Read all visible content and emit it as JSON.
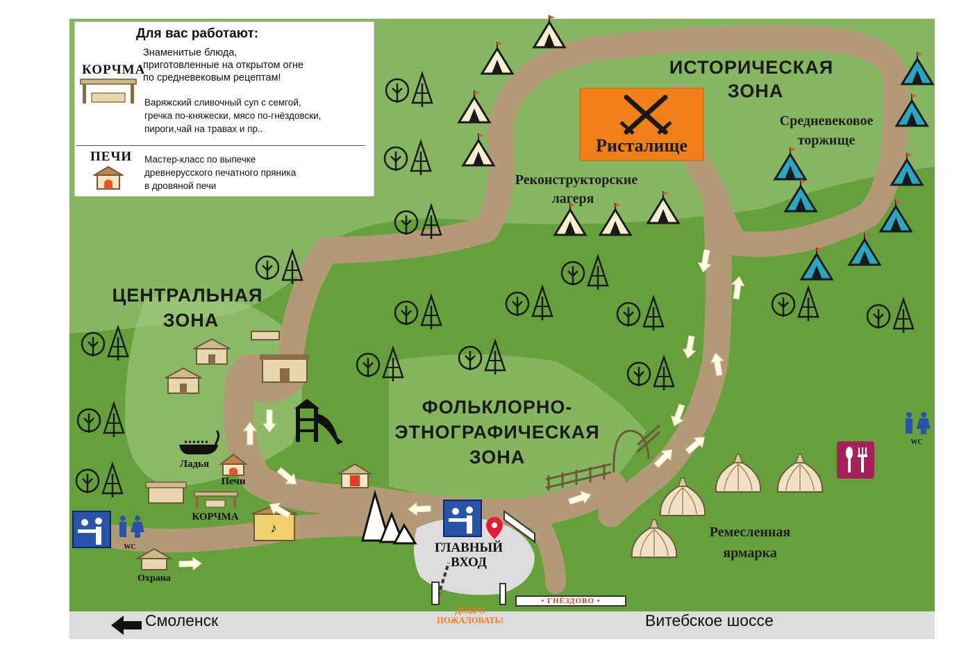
{
  "legend": {
    "title": "Для вас работают:",
    "korchma": {
      "heading": "КОРЧМА",
      "line1": "Знаменитые блюда,",
      "line2": "приготовленные на открытом огне",
      "line3": "по средневековым рецептам!",
      "menu1": "Варяжский сливочный суп с семгой,",
      "menu2": "гречка по-княжески, мясо по-гнёздовски,",
      "menu3": "пироги,чай на травах и пр.."
    },
    "pechi": {
      "heading": "ПЕЧИ",
      "line1": "Мастер-класс по выпечке",
      "line2": "древнерусского печатного пряника",
      "line3": "в дровяной печи"
    }
  },
  "zones": {
    "historical_1": "ИСТОРИЧЕСКАЯ",
    "historical_2": "ЗОНА",
    "central_1": "ЦЕНТРАЛЬНАЯ",
    "central_2": "ЗОНА",
    "folk_1": "ФОЛЬКЛОРНО-",
    "folk_2": "ЭТНОГРАФИЧЕСКАЯ",
    "folk_3": "ЗОНА"
  },
  "places": {
    "ristalishche": "Ристалище",
    "camps_1": "Реконструкторские",
    "camps_2": "лагеря",
    "market_1": "Средневековое",
    "market_2": "торжище",
    "fair_1": "Ремесленная",
    "fair_2": "ярмарка",
    "ladya": "Ладья",
    "pechi": "Печи",
    "korchma": "КОРЧМА",
    "okhrana": "Охрана",
    "wc_left": "WC",
    "wc_right": "WC"
  },
  "gate": {
    "name_1": "ГЛАВНЫЙ",
    "name_2": "ВХОД",
    "welcome_1": "ДОБРО",
    "welcome_2": "ПОЖАЛОВАТЬ!",
    "sign": "• ГНЁЗДОВО •"
  },
  "road": {
    "left": "Смоленск",
    "right": "Витебское шоссе"
  },
  "colors": {
    "grass_dark": "#66a03c",
    "grass_light": "#a3c981",
    "path": "#b29a76",
    "road": "#dcdcdc",
    "accent_orange": "#f07f17",
    "tent_blue": "#2aa5c4",
    "info_blue": "#2a54a8",
    "food_purple": "#a8225a"
  }
}
